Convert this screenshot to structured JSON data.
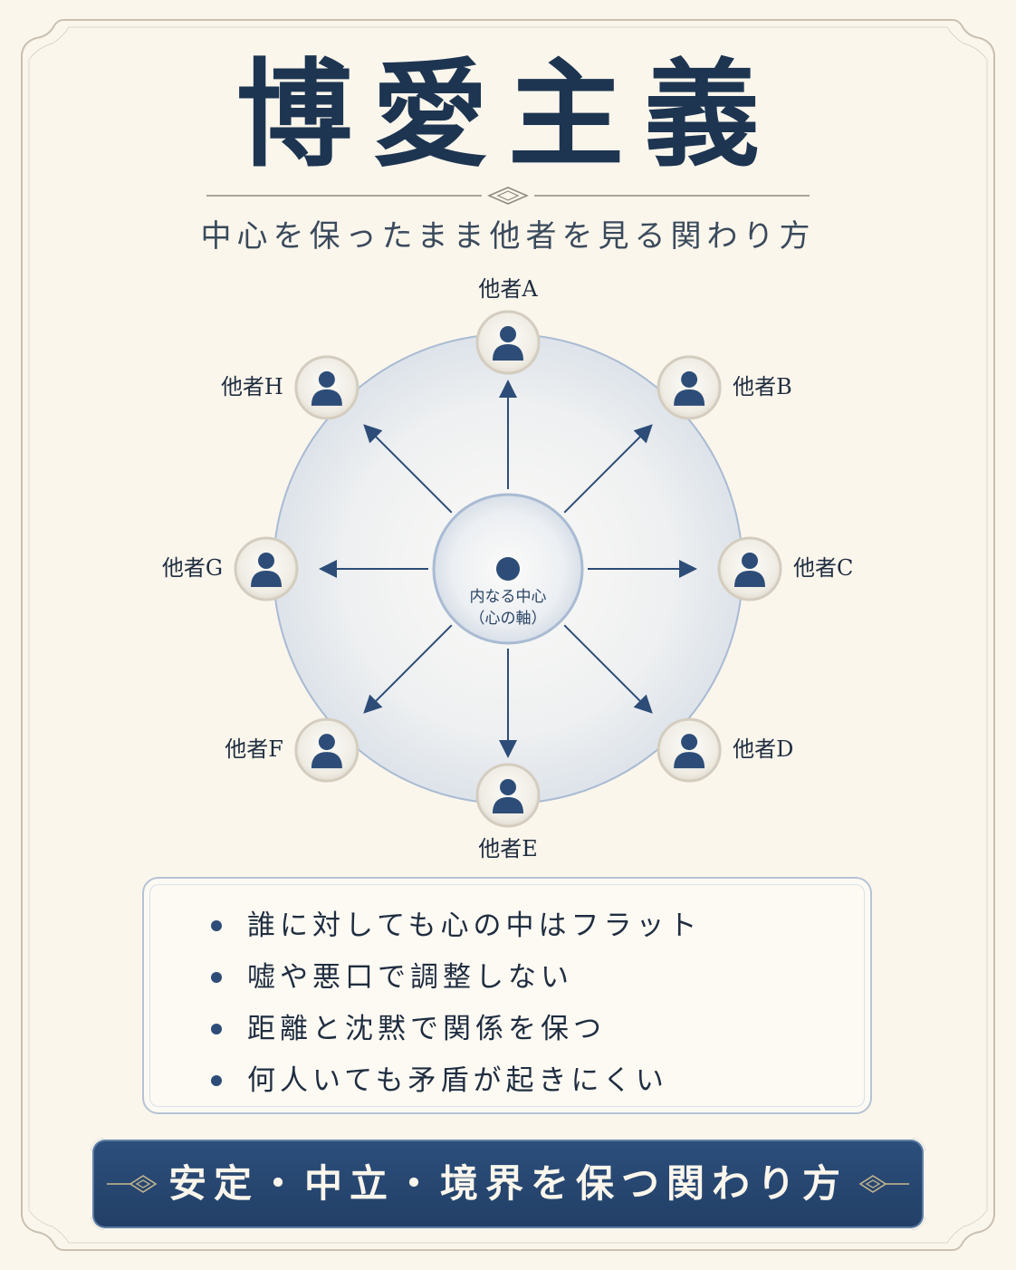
{
  "title": "博愛主義",
  "subtitle": "中心を保ったまま他者を見る関わり方",
  "diagram": {
    "center": {
      "line1": "内なる中心",
      "line2": "（心の軸）",
      "icon": "person-dot-icon"
    },
    "nodes": [
      {
        "label": "他者A",
        "icon": "person-icon"
      },
      {
        "label": "他者B",
        "icon": "person-icon"
      },
      {
        "label": "他者C",
        "icon": "person-icon"
      },
      {
        "label": "他者D",
        "icon": "person-icon"
      },
      {
        "label": "他者E",
        "icon": "person-icon"
      },
      {
        "label": "他者F",
        "icon": "person-icon"
      },
      {
        "label": "他者G",
        "icon": "person-icon"
      },
      {
        "label": "他者H",
        "icon": "person-icon"
      }
    ]
  },
  "points": [
    "誰に対しても心の中はフラット",
    "嘘や悪口で調整しない",
    "距離と沈黙で関係を保つ",
    "何人いても矛盾が起きにくい"
  ],
  "banner": "安定・中立・境界を保つ関わり方",
  "colors": {
    "navy": "#1d3551",
    "accent": "#2d4d78",
    "background": "#fbf6ec",
    "ring": "#a9bbd3"
  }
}
